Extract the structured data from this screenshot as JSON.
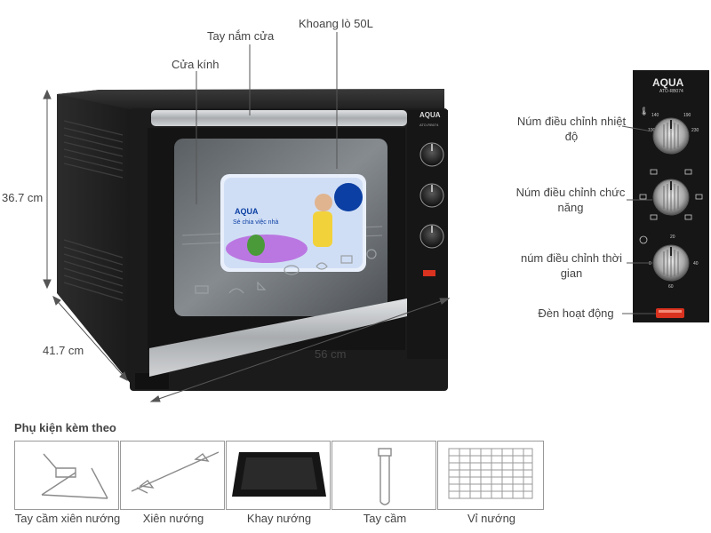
{
  "callouts": {
    "glass_door": "Cửa kính",
    "door_handle": "Tay nắm cửa",
    "chamber": "Khoang lò 50L"
  },
  "dimensions": {
    "height": "36.7 cm",
    "depth": "41.7 cm",
    "width": "56 cm"
  },
  "oven_brand": "AQUA",
  "oven_model": "ATO-RB074",
  "sticker": {
    "brand": "AQUA",
    "slogan": "Sẻ chia việc nhà"
  },
  "control_panel": {
    "brand": "AQUA",
    "model": "ATO-RB074",
    "labels": {
      "temperature_knob": "Núm điều chỉnh nhiệt độ",
      "function_knob": "Núm  điều chỉnh chức năng",
      "timer_knob": "núm điều chỉnh thời gian",
      "indicator_light": "Đèn hoạt động"
    },
    "temp_scale": [
      "100",
      "140",
      "190",
      "230"
    ],
    "timer_scale": [
      "0",
      "20",
      "40",
      "60"
    ]
  },
  "accessories": {
    "title": "Phụ kiện kèm theo",
    "items": [
      {
        "label": "Tay cầm xiên nướng",
        "icon": "skewer-handle-icon"
      },
      {
        "label": "Xiên nướng",
        "icon": "rotisserie-spit-icon"
      },
      {
        "label": "Khay nướng",
        "icon": "baking-tray-icon"
      },
      {
        "label": "Tay cầm",
        "icon": "tray-handle-icon"
      },
      {
        "label": "Vỉ nướng",
        "icon": "wire-rack-icon"
      }
    ]
  },
  "colors": {
    "oven_body": "#1e1e1e",
    "steel": "#b9bcbf",
    "indicator": "#d9321f"
  }
}
